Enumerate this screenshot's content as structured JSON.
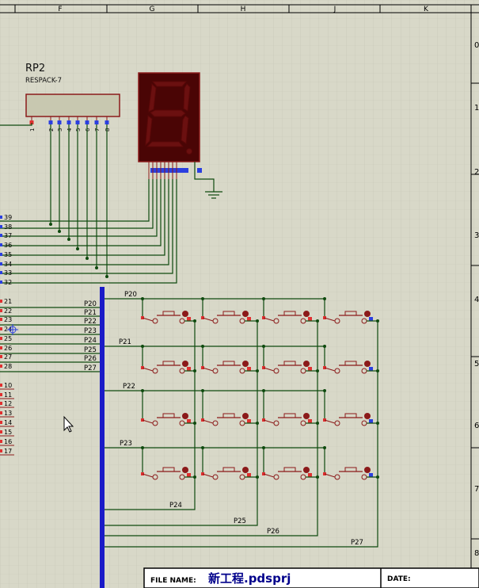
{
  "column_ruler": {
    "labels": [
      "F",
      "G",
      "H",
      "J",
      "K"
    ]
  },
  "row_ruler": {
    "labels": [
      "0",
      "1",
      "2",
      "3",
      "4",
      "5",
      "6",
      "7",
      "8"
    ]
  },
  "component_rp2": {
    "ref": "RP2",
    "value": "RESPACK-7",
    "pins": [
      "1",
      "2",
      "3",
      "4",
      "5",
      "6",
      "7",
      "8"
    ]
  },
  "left_pins_upper": [
    "39",
    "38",
    "37",
    "36",
    "35",
    "34",
    "33",
    "32"
  ],
  "left_pins_middle": [
    "21",
    "22",
    "23",
    "24",
    "25",
    "26",
    "27",
    "28"
  ],
  "left_pins_lower": [
    "10",
    "11",
    "12",
    "13",
    "14",
    "15",
    "16",
    "17"
  ],
  "bus_labels": [
    "P20",
    "P21",
    "P22",
    "P23",
    "P24",
    "P25",
    "P26",
    "P27"
  ],
  "row_net_labels": [
    "P20",
    "P21",
    "P22",
    "P23"
  ],
  "column_net_labels": [
    "P24",
    "P25",
    "P26",
    "P27"
  ],
  "title_block": {
    "file_name_label": "FILE NAME:",
    "file_name_value": "新工程.pdsprj",
    "date_label": "DATE:"
  },
  "colors": {
    "background": "#d8d8c8",
    "grid": "#c2c2b0",
    "wire": "#0e4a0e",
    "bus": "#1a1ac8",
    "component": "#8b1a1a",
    "segment_body": "#4a0505",
    "pin_blue": "#2b3fe0",
    "pin_red": "#e03030"
  }
}
